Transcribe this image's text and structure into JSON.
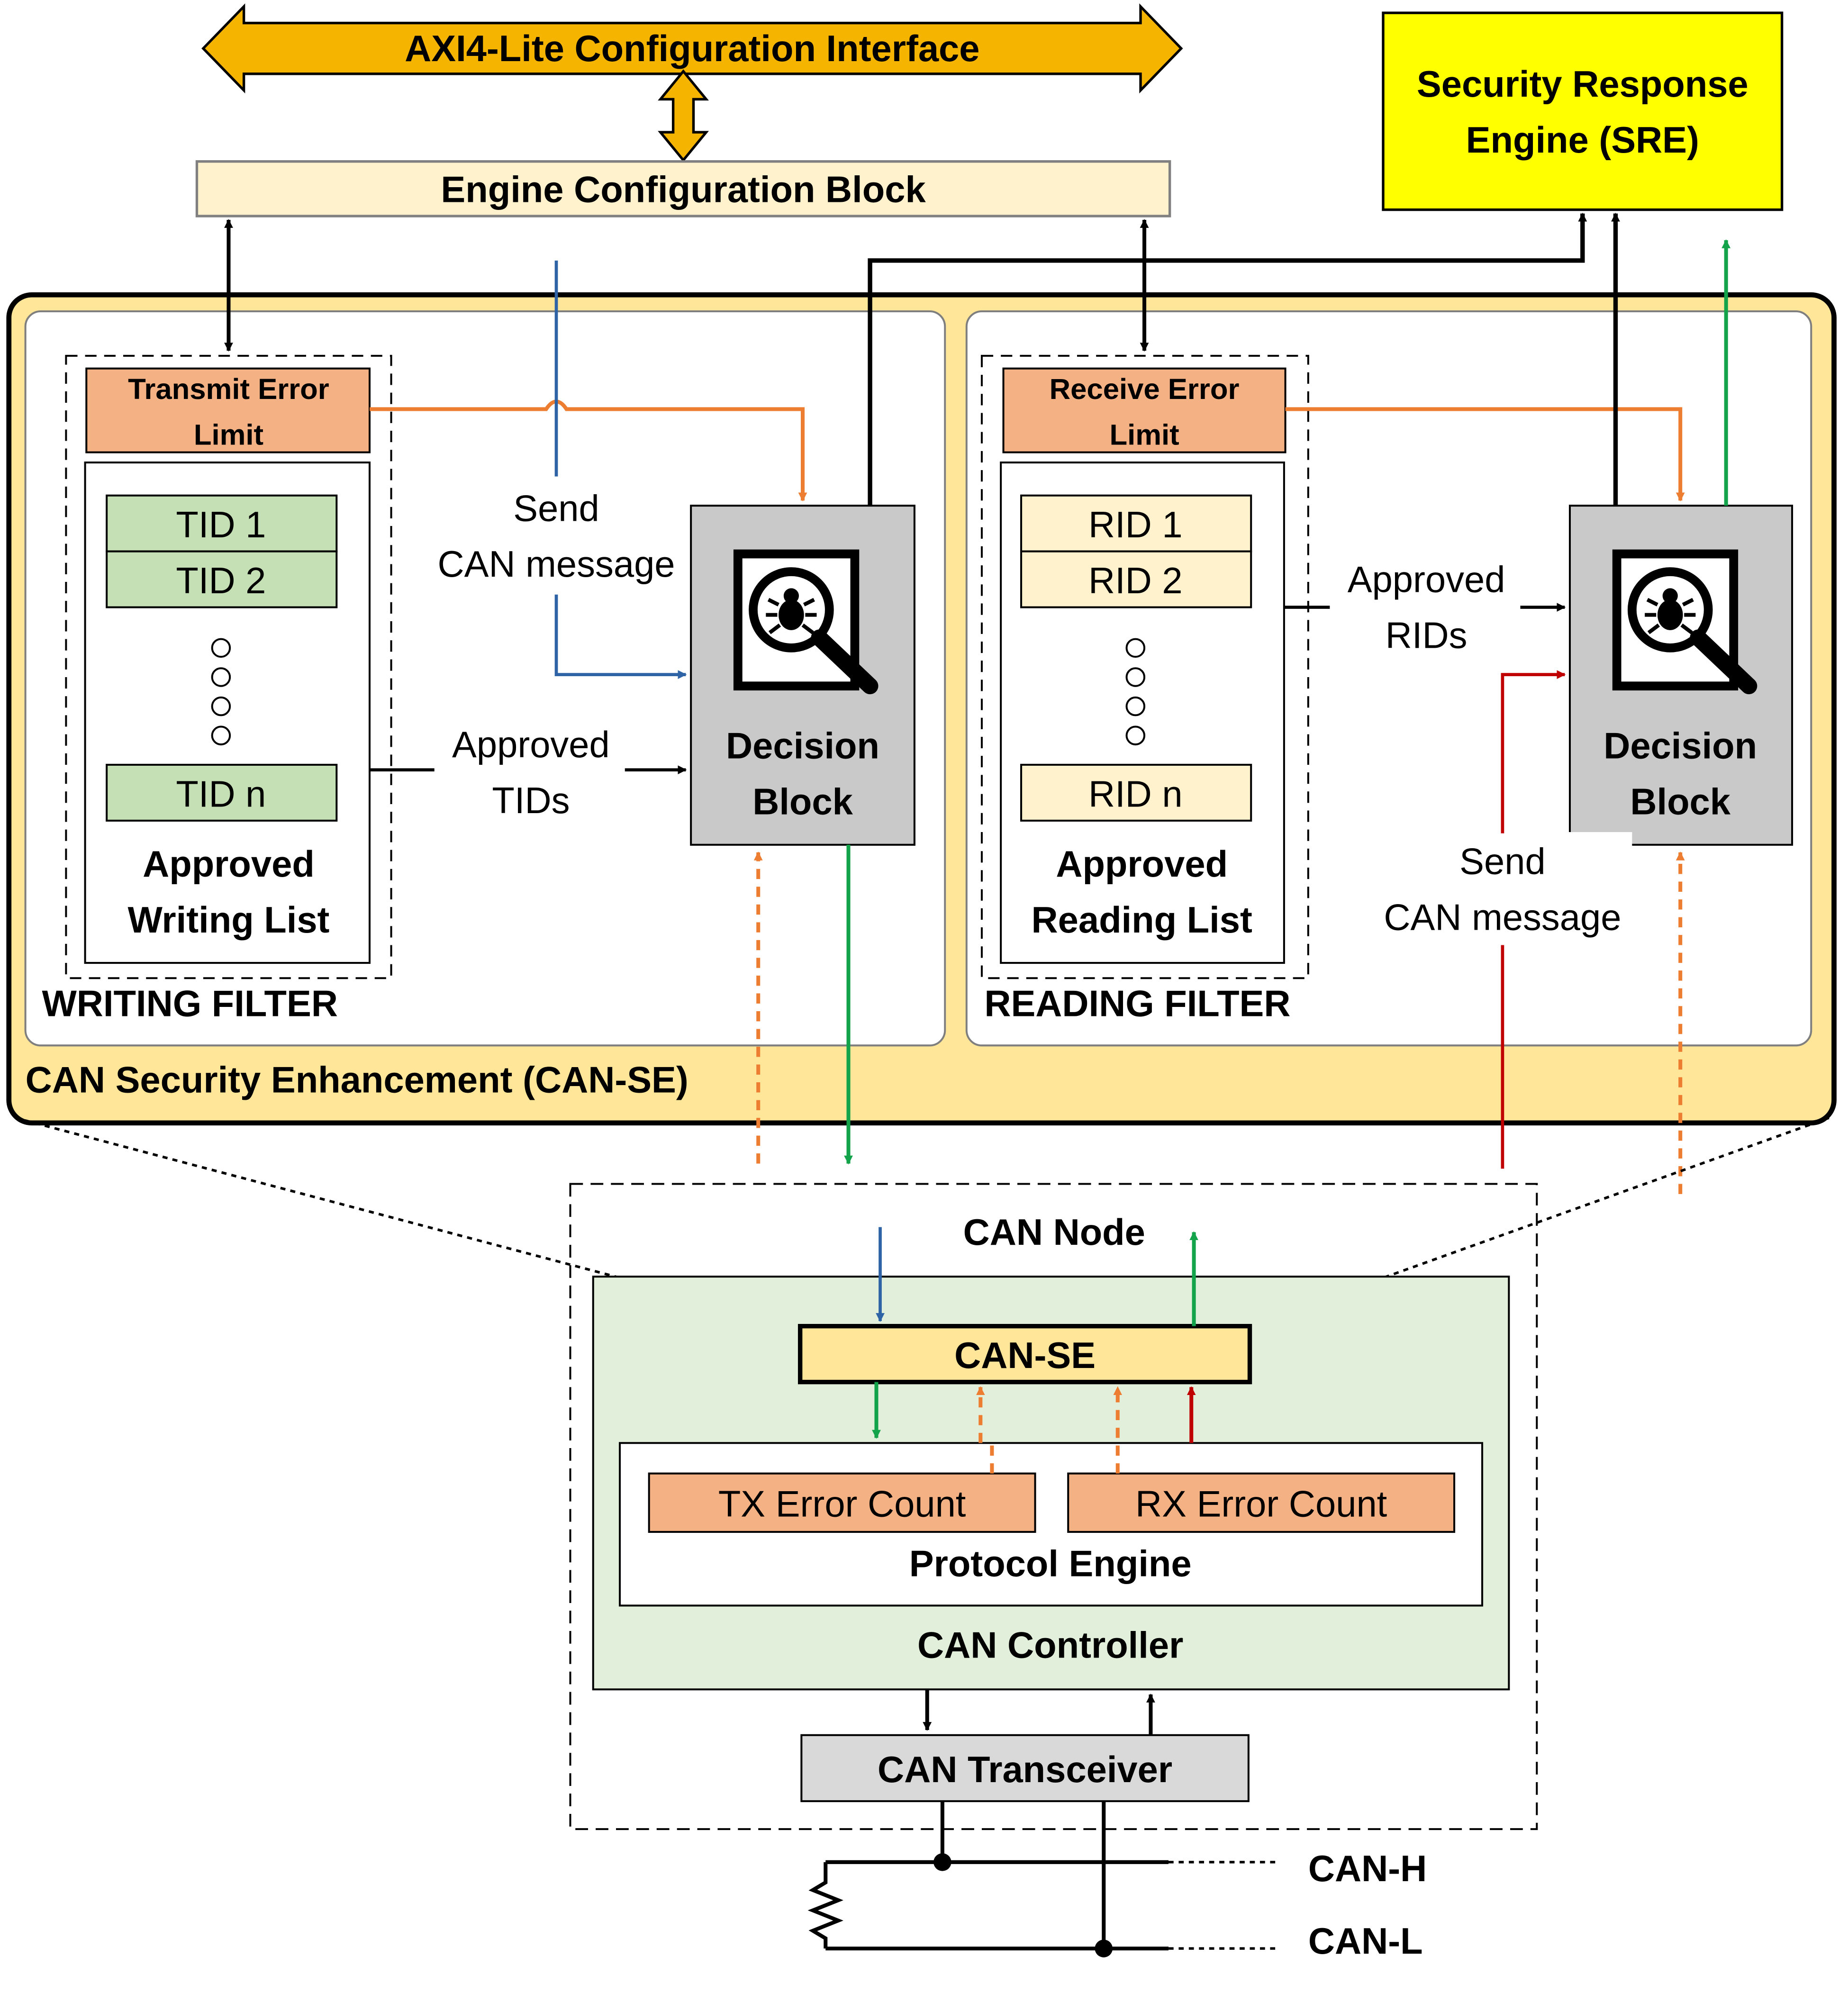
{
  "axi": {
    "label": "AXI4-Lite Configuration Interface"
  },
  "engine_config": {
    "label": "Engine Configuration Block"
  },
  "sre": {
    "line1": "Security Response",
    "line2": "Engine (SRE)"
  },
  "can_se": {
    "title": "CAN Security Enhancement (CAN-SE)"
  },
  "writing_filter": {
    "title": "WRITING FILTER",
    "error_limit": {
      "line1": "Transmit Error",
      "line2": "Limit"
    },
    "ids": [
      "TID 1",
      "TID 2"
    ],
    "last_id": "TID n",
    "list_title": {
      "line1": "Approved",
      "line2": "Writing List"
    },
    "approved_label": {
      "line1": "Approved",
      "line2": "TIDs"
    },
    "send_label": {
      "line1": "Send",
      "line2": "CAN message"
    },
    "decision": {
      "line1": "Decision",
      "line2": "Block"
    }
  },
  "reading_filter": {
    "title": "READING FILTER",
    "error_limit": {
      "line1": "Receive Error",
      "line2": "Limit"
    },
    "ids": [
      "RID 1",
      "RID 2"
    ],
    "last_id": "RID n",
    "list_title": {
      "line1": "Approved",
      "line2": "Reading List"
    },
    "approved_label": {
      "line1": "Approved",
      "line2": "RIDs"
    },
    "send_label": {
      "line1": "Send",
      "line2": "CAN message"
    },
    "decision": {
      "line1": "Decision",
      "line2": "Block"
    }
  },
  "can_node": {
    "title": "CAN Node",
    "can_se_label": "CAN-SE",
    "tx_error": "TX Error Count",
    "rx_error": "RX Error Count",
    "protocol_engine": "Protocol Engine",
    "controller": "CAN Controller",
    "transceiver": "CAN Transceiver"
  },
  "bus": {
    "high": "CAN-H",
    "low": "CAN-L"
  },
  "colors": {
    "axi_orange": "#f5b400",
    "light_cream": "#fff2cc",
    "sre_yellow": "#ffff00",
    "can_se_yellow": "#ffe699",
    "salmon": "#f4b183",
    "tid_green": "#c5e0b4",
    "controller_green": "#e2efda",
    "decision_gray": "#c9c9c9",
    "blue_line": "#2e64a6",
    "orange_line": "#ed7d31",
    "green_line": "#13a34a",
    "red_line": "#c00000"
  }
}
